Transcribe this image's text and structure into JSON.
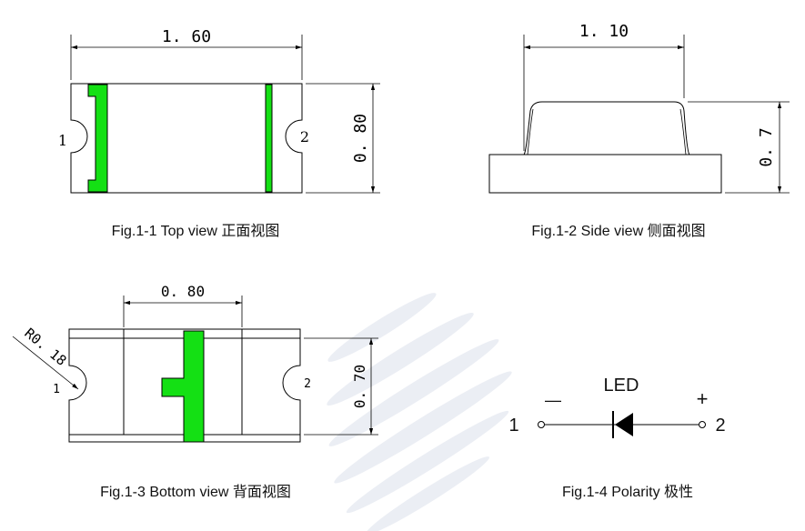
{
  "top_view": {
    "caption": "Fig.1-1 Top view  正面视图",
    "dim_length": "1. 60",
    "dim_width": "0. 80",
    "pin_1": "1",
    "pin_2": "2"
  },
  "side_view": {
    "caption": "Fig.1-2 Side view  侧面视图",
    "dim_top": "1. 10",
    "dim_height": "0. 7"
  },
  "bottom_view": {
    "caption": "Fig.1-3 Bottom view  背面视图",
    "dim_pad": "0. 80",
    "dim_height": "0. 70",
    "radius": "R0. 18",
    "pin_1": "1",
    "pin_2": "2"
  },
  "polarity": {
    "caption": "Fig.1-4 Polarity  极性",
    "title": "LED",
    "minus": "—",
    "plus": "+",
    "pin_1": "1",
    "pin_2": "2"
  },
  "colors": {
    "pad_green": "#14e014",
    "watermark": "#c8cfe0"
  }
}
